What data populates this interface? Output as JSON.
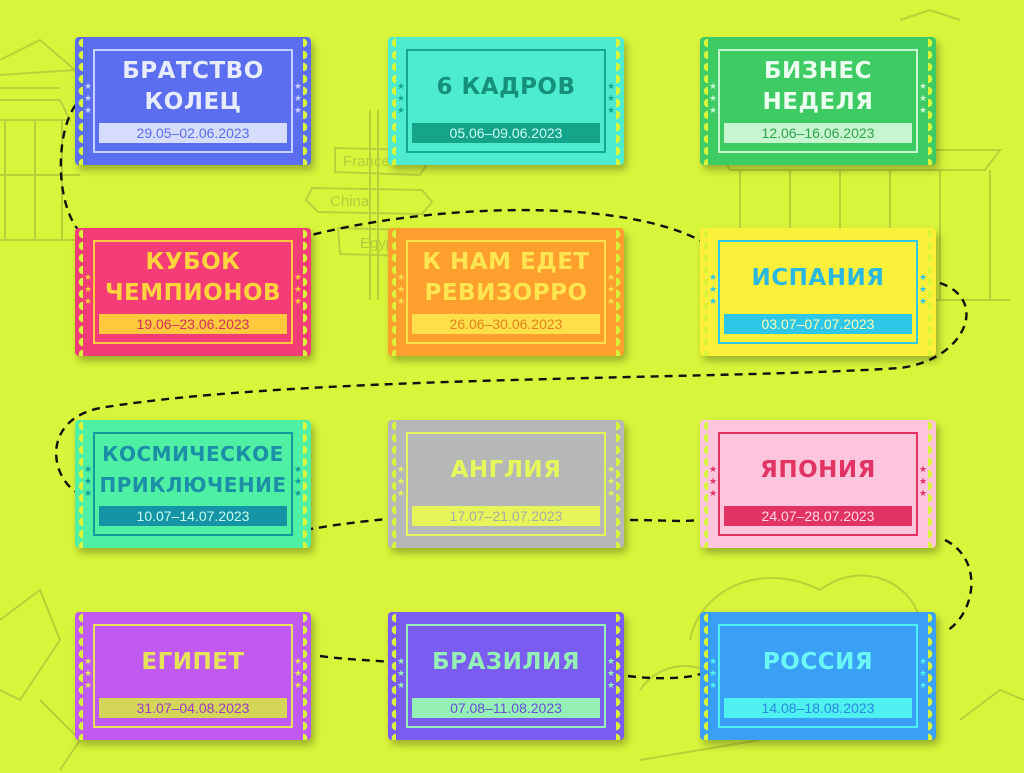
{
  "tickets": [
    {
      "title": "БРАТСТВО\nКОЛЕЦ",
      "dates": "29.05–02.06.2023",
      "colors": {
        "bg": "#5b6ef0",
        "frame": "#c7d0ff",
        "title": "#e8ecff",
        "date_bg": "#d6dcfb",
        "date_text": "#5b6ef0",
        "stars": "#c7d0ff"
      }
    },
    {
      "title": "6 КАДРОВ",
      "dates": "05.06–09.06.2023",
      "colors": {
        "bg": "#4eeccf",
        "frame": "#16a88e",
        "title": "#14907c",
        "date_bg": "#15a48a",
        "date_text": "#c9fff3",
        "stars": "#16a88e"
      }
    },
    {
      "title": "БИЗНЕС\nНЕДЕЛЯ",
      "dates": "12.06–16.06.2023",
      "colors": {
        "bg": "#3ecb63",
        "frame": "#c6f5cf",
        "title": "#eafff0",
        "date_bg": "#c6f5cf",
        "date_text": "#2fa34d",
        "stars": "#c6f5cf"
      }
    },
    {
      "title": "КУБОК\nЧЕМПИОНОВ",
      "dates": "19.06–23.06.2023",
      "colors": {
        "bg": "#f43c77",
        "frame": "#ffc93d",
        "title": "#ffd43d",
        "date_bg": "#ffc93d",
        "date_text": "#d8305e",
        "stars": "#ffc93d"
      }
    },
    {
      "title": "К НАМ ЕДЕТ\nРЕВИЗОРРО",
      "dates": "26.06–30.06.2023",
      "colors": {
        "bg": "#ff9f2e",
        "frame": "#ffe04a",
        "title": "#ffe650",
        "date_bg": "#ffe04a",
        "date_text": "#e8811a",
        "stars": "#ffe04a"
      }
    },
    {
      "title": "ИСПАНИЯ",
      "dates": "03.07–07.07.2023",
      "colors": {
        "bg": "#fdf03a",
        "frame": "#2fc7e8",
        "title": "#2ab8e0",
        "date_bg": "#2fc7e8",
        "date_text": "#fffbb0",
        "stars": "#2fc7e8"
      }
    },
    {
      "title": "КОСМИЧЕСКОЕ\nПРИКЛЮЧЕНИЕ",
      "dates": "10.07–14.07.2023",
      "colors": {
        "bg": "#4ff0a4",
        "frame": "#129a9c",
        "title": "#1a8fa6",
        "date_bg": "#1494a4",
        "date_text": "#c9fff0",
        "stars": "#129a9c"
      }
    },
    {
      "title": "АНГЛИЯ",
      "dates": "17.07–21.07.2023",
      "colors": {
        "bg": "#b5b8b7",
        "frame": "#e6f55a",
        "title": "#e6f85a",
        "date_bg": "#e6f55a",
        "date_text": "#a8aaa8",
        "stars": "#e6f55a"
      }
    },
    {
      "title": "ЯПОНИЯ",
      "dates": "24.07–28.07.2023",
      "colors": {
        "bg": "#ffc5dc",
        "frame": "#e23463",
        "title": "#e23463",
        "date_bg": "#e23463",
        "date_text": "#ffd9e6",
        "stars": "#e23463"
      }
    },
    {
      "title": "ЕГИПЕТ",
      "dates": "31.07–04.08.2023",
      "colors": {
        "bg": "#c05af0",
        "frame": "#e6e35a",
        "title": "#e6e35a",
        "date_bg": "#d4d65a",
        "date_text": "#9a3cc4",
        "stars": "#e6e35a"
      }
    },
    {
      "title": "БРАЗИЛИЯ",
      "dates": "07.08–11.08.2023",
      "colors": {
        "bg": "#7b5cf0",
        "frame": "#94f0b4",
        "title": "#94f0b4",
        "date_bg": "#94f0b4",
        "date_text": "#6a4ed8",
        "stars": "#94f0b4"
      }
    },
    {
      "title": "РОССИЯ",
      "dates": "14.08–18.08.2023",
      "colors": {
        "bg": "#3aa0f5",
        "frame": "#4ff0f0",
        "title": "#6af7f5",
        "date_bg": "#4ff0f0",
        "date_text": "#2a88e0",
        "stars": "#4ff0f0"
      }
    }
  ],
  "background": {
    "color": "#d8f53b",
    "signpost": [
      "France",
      "China",
      "Egypt"
    ]
  }
}
